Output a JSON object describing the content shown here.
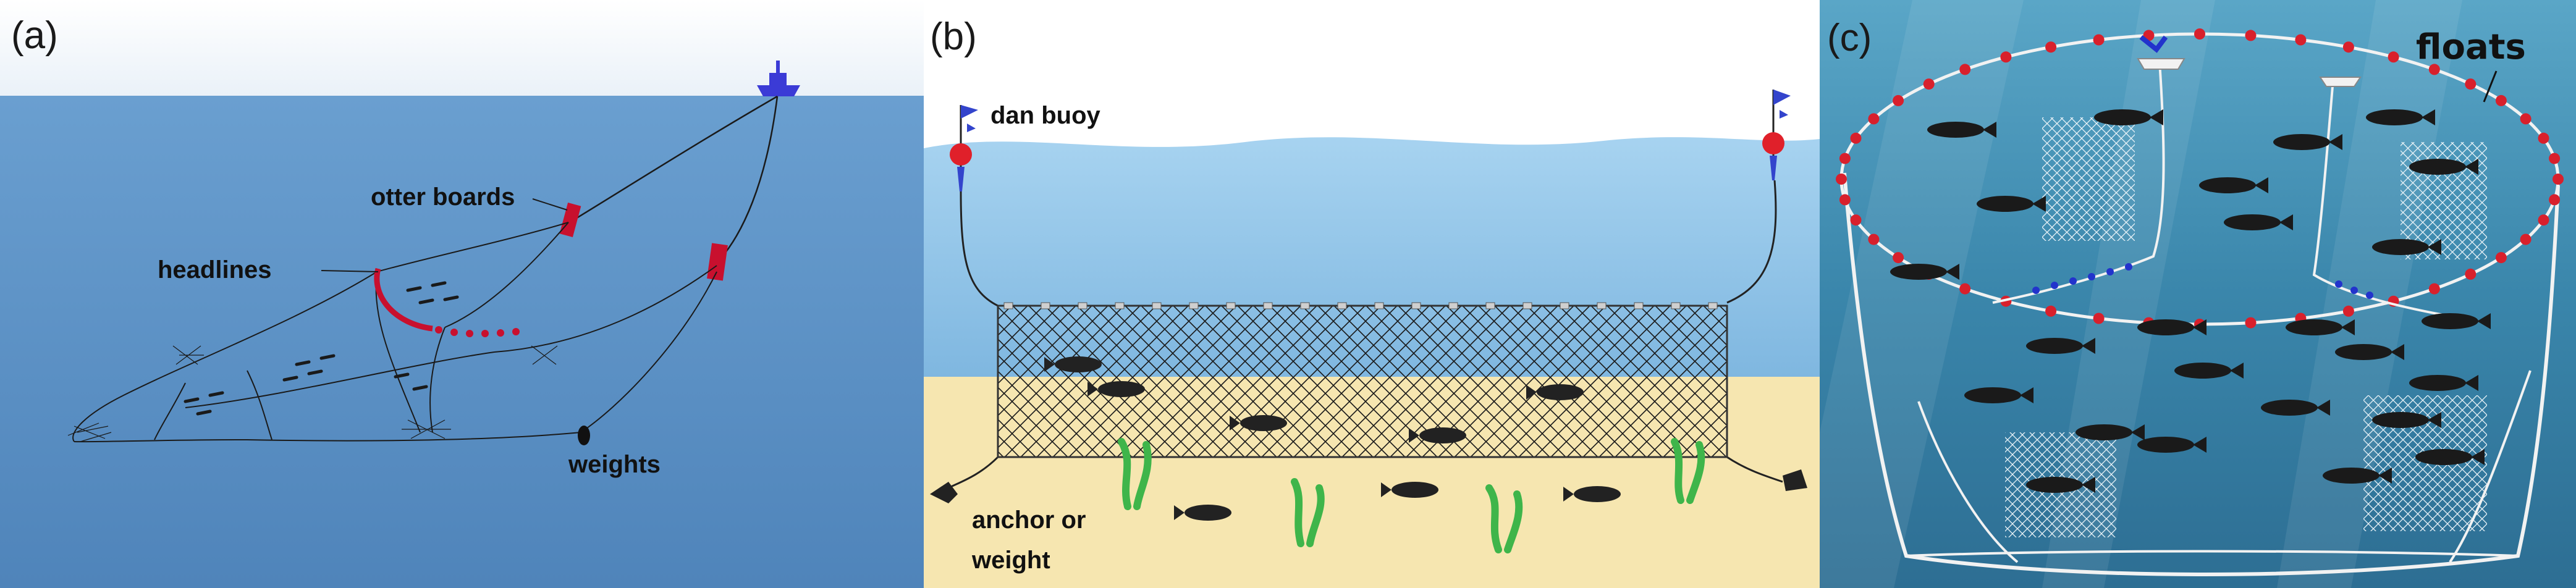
{
  "panel_a": {
    "panel_label": "(a)",
    "labels": {
      "otter_boards": "otter boards",
      "headlines": "headlines",
      "weights": "weights"
    },
    "colors": {
      "sky": "#ffffff",
      "water_top": "#5f95c9",
      "water_bottom": "#4f84ba",
      "boards": "#c8102e",
      "boat": "#3b3bd6"
    }
  },
  "panel_b": {
    "panel_label": "(b)",
    "labels": {
      "dan_buoy": "dan buoy",
      "anchor_line1": "anchor or",
      "anchor_line2": "weight"
    },
    "colors": {
      "sky": "#ffffff",
      "water": "#8cc0e6",
      "sand": "#f6e6b0",
      "seaweed": "#3fb54a",
      "buoy": "#e0202a",
      "flag": "#3344cc"
    }
  },
  "panel_c": {
    "panel_label": "(c)",
    "labels": {
      "floats": "floats"
    },
    "colors": {
      "water": "#3f8fb3",
      "floats": "#d8202c",
      "ring": "#f2f2f2",
      "leadline": "#2233cc"
    }
  }
}
